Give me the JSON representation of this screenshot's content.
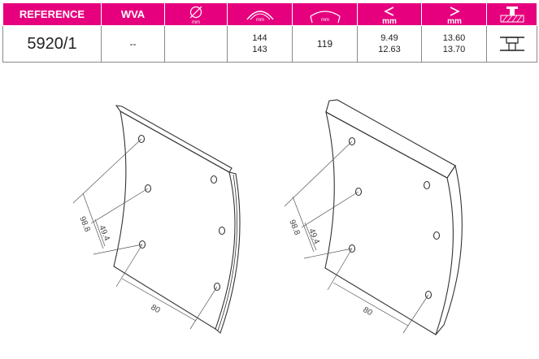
{
  "header": {
    "reference_label": "REFERENCE",
    "wva_label": "WVA",
    "unit_mm": "mm",
    "accent_color": "#e6007e",
    "icons": [
      "diameter-icon",
      "curvature-width-icon",
      "curvature-angle-icon",
      "min-thickness-icon",
      "max-thickness-icon",
      "rivet-icon"
    ]
  },
  "row": {
    "reference": "5920/1",
    "wva": "--",
    "diameter": "",
    "width_1": "144",
    "width_2": "143",
    "angle": "119",
    "min_1": "9.49",
    "min_2": "12.63",
    "max_1": "13.60",
    "max_2": "13.70"
  },
  "drawing": {
    "dim_a": "98.8",
    "dim_b": "49.4",
    "dim_c": "80"
  }
}
